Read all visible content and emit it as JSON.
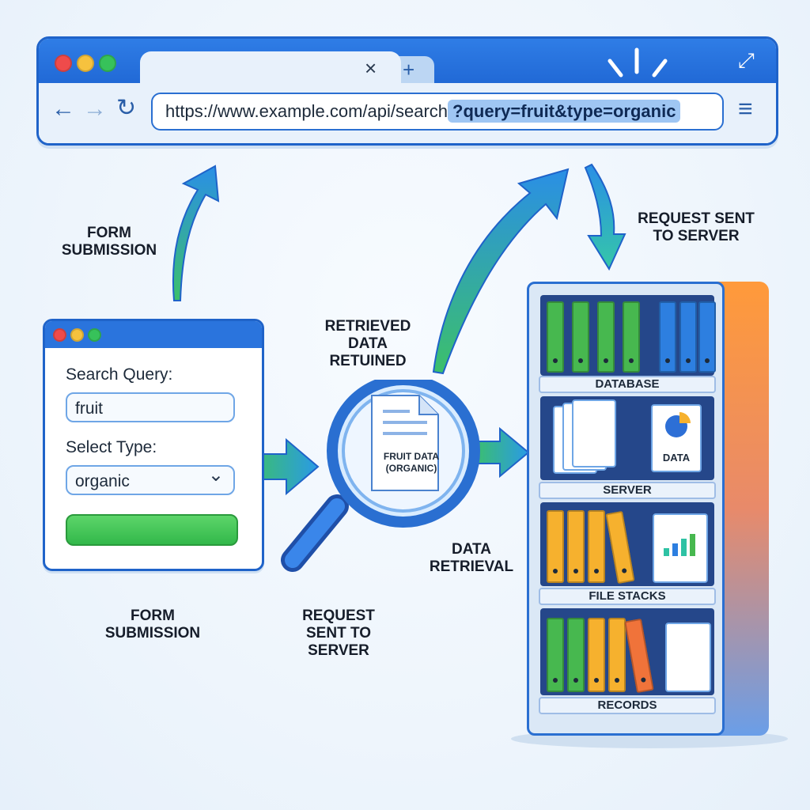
{
  "browser": {
    "url_base": "https://www.example.com/api/search",
    "url_query": "?query=fruit&type=organic",
    "tab_close": "×",
    "tab_new": "+",
    "back": "←",
    "forward": "→",
    "reload": "↻",
    "menu": "≡",
    "expand": "⤢",
    "dot_colors": [
      "#ef4b4b",
      "#f6c23e",
      "#37c25a"
    ]
  },
  "form": {
    "search_label": "Search Query:",
    "search_value": "fruit",
    "type_label": "Select Type:",
    "type_value": "organic",
    "chevron": "⌄"
  },
  "labels": {
    "form_submission_top": "FORM\nSUBMISSION",
    "form_submission_bottom": "FORM\nSUBMISSION",
    "retrieved": "RETRIEVED\nDATA\nRETUINED",
    "request_sent_top": "REQUEST SENT\nTO SERVER",
    "request_sent_bottom": "REQUEST\nSENT TO\nSERVER",
    "data_retrieval": "DATA\nRETRIEVAL",
    "magnifier_doc": "FRUIT DATA\n(ORGANIC)"
  },
  "shelf": {
    "shelves": [
      "DATABASE",
      "SERVER",
      "FILE STACKS",
      "RECORDS"
    ],
    "data_card": "DATA"
  },
  "colors": {
    "accent_blue": "#1f63c9",
    "arrow_green": "#3cc06a",
    "arrow_blue": "#2a8fe6"
  }
}
